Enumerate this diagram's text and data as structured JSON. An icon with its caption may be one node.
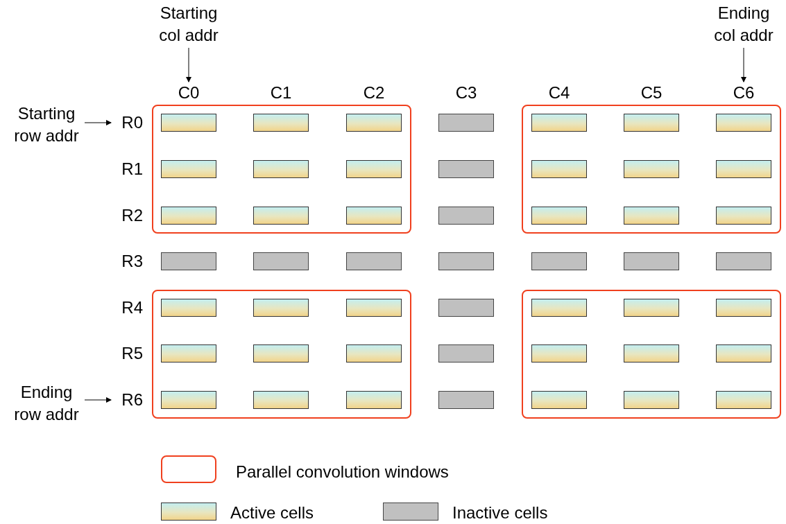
{
  "diagram": {
    "nodes": [
      {
        "text": [
          "Starting col addr"
        ]
      },
      {
        "text": [
          "Ending col addr"
        ]
      },
      {
        "text": [
          "C0"
        ]
      },
      {
        "text": [
          "C6"
        ]
      },
      {
        "text": [
          "Starting row addr"
        ]
      },
      {
        "text": [
          "R0"
        ]
      },
      {
        "text": [
          "Ending row addr"
        ]
      },
      {
        "text": [
          "R6"
        ]
      }
    ],
    "edges": [
      {
        "from": 0,
        "to": 2,
        "arrow": "to"
      },
      {
        "from": 1,
        "to": 3,
        "arrow": "to"
      },
      {
        "from": 4,
        "to": 5,
        "arrow": "to"
      },
      {
        "from": 6,
        "to": 7,
        "arrow": "to"
      }
    ],
    "labels": [
      "C1",
      "C2",
      "C3",
      "C4",
      "C5",
      "R1",
      "R2",
      "R3",
      "R4",
      "R5"
    ],
    "legend": [
      {
        "text": "Parallel convolution windows"
      },
      {
        "text": "Active cells"
      },
      {
        "text": "Inactive cells",
        "color": "#c0c0c0"
      }
    ]
  }
}
